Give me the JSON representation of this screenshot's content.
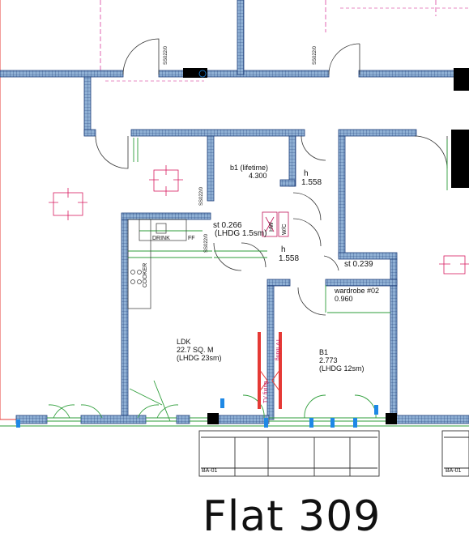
{
  "title": "Flat 309",
  "rooms": {
    "b1_lifetime": {
      "name": "b1 (lifetime)",
      "area": "4.300"
    },
    "st1": {
      "name": "st 0.266",
      "lhdg": "(LHDG 1.5sm)"
    },
    "st2": {
      "name": "st 0.239"
    },
    "h1": {
      "name": "h",
      "area": "1.558"
    },
    "h2": {
      "name": "h",
      "area": "1.558"
    },
    "wardrobe": {
      "name": "wardrobe #02",
      "area": "0.960"
    },
    "ldk": {
      "name": "LDK",
      "area": "22.7 SQ. M",
      "lhdg": "(LHDG 23sm)"
    },
    "b1": {
      "name": "B1",
      "area": "2.773",
      "lhdg": "(LHDG 12sm)"
    }
  },
  "fixtures": {
    "drink": "DRINK",
    "ff": "FF",
    "cooker": "COOKER",
    "wc": "W/C",
    "hw": "HW",
    "tv": "TV fixing",
    "tv2": "TV fixing"
  },
  "tags": {
    "top_left": "SS022/0",
    "top_right": "SS022/0",
    "st_side1": "SS022/0",
    "st_side2": "SS022/0"
  },
  "balconies": {
    "left": "BA-01",
    "right": "BA-01"
  },
  "colors": {
    "wall_fill": "#7f9fc4",
    "wall_stroke": "#1f3f7a",
    "red_line": "#e53935",
    "magenta": "#d81b60",
    "green": "#2e9e3a",
    "black_block": "#000000"
  }
}
